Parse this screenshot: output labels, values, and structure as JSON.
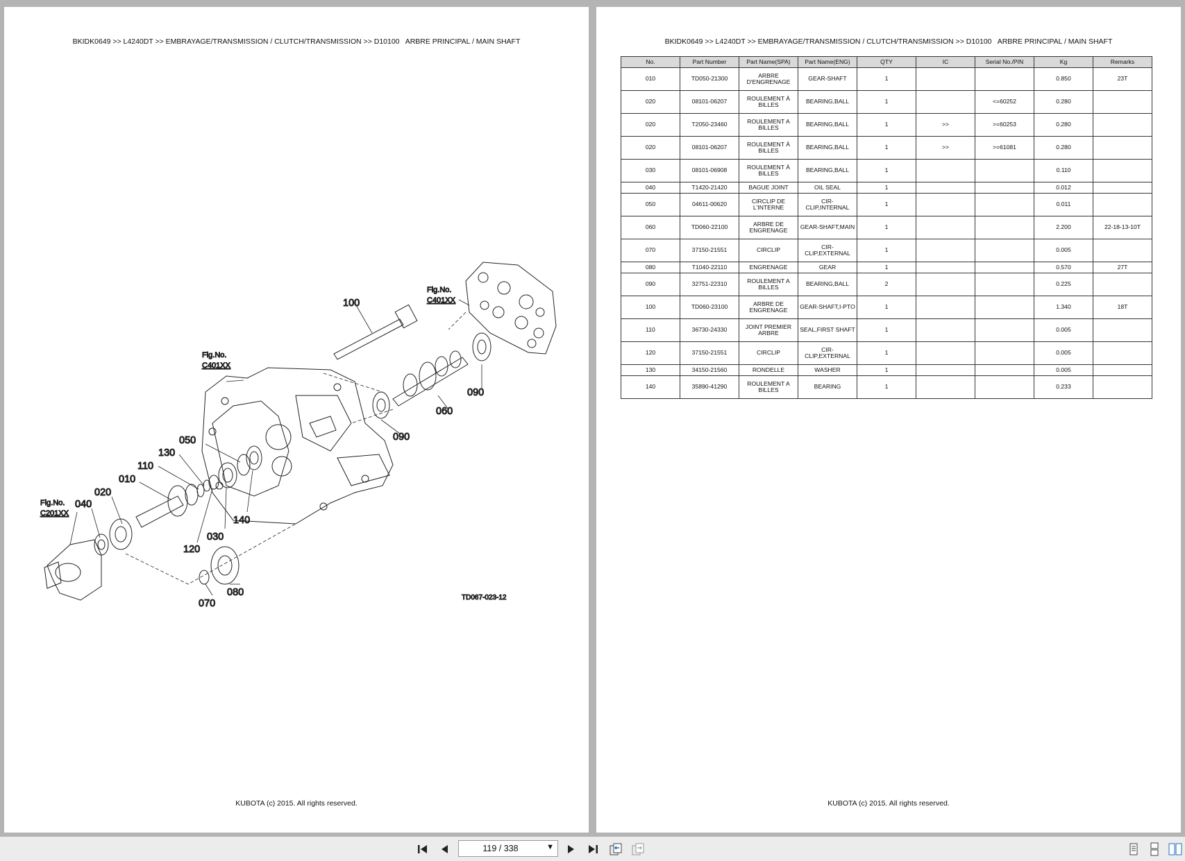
{
  "breadcrumb": "BKIDK0649 >> L4240DT >> EMBRAYAGE/TRANSMISSION / CLUTCH/TRANSMISSION >> D10100   ARBRE PRINCIPAL / MAIN SHAFT",
  "footer": "KUBOTA (c) 2015. All rights reserved.",
  "diagram": {
    "figure_code": "TD067-023-12",
    "fig_ref_c401_label": "Fig.No.",
    "fig_ref_c401_code": "C401XX",
    "fig_ref_c201_label": "Fig.No.",
    "fig_ref_c201_code": "C201XX",
    "callouts": {
      "n100": "100",
      "n090a": "090",
      "n060": "060",
      "n090b": "090",
      "n050": "050",
      "n130": "130",
      "n110": "110",
      "n010": "010",
      "n020": "020",
      "n040": "040",
      "n140": "140",
      "n030": "030",
      "n120": "120",
      "n080": "080",
      "n070": "070"
    }
  },
  "table": {
    "headers": [
      "No.",
      "Part Number",
      "Part Name(SPA)",
      "Part Name(ENG)",
      "QTY",
      "IC",
      "Serial No./PIN",
      "Kg",
      "Remarks"
    ],
    "rows": [
      [
        "010",
        "TD050-21300",
        "ARBRE D'ENGRENAGE",
        "GEAR-SHAFT",
        "1",
        "",
        "",
        "0.850",
        "23T"
      ],
      [
        "020",
        "08101-06207",
        "ROULEMENT À BILLES",
        "BEARING,BALL",
        "1",
        "",
        "<=60252",
        "0.280",
        ""
      ],
      [
        "020",
        "T2050-23460",
        "ROULEMENT A BILLES",
        "BEARING,BALL",
        "1",
        ">>",
        ">=60253",
        "0.280",
        ""
      ],
      [
        "020",
        "08101-06207",
        "ROULEMENT À BILLES",
        "BEARING,BALL",
        "1",
        ">>",
        ">=61081",
        "0.280",
        ""
      ],
      [
        "030",
        "08101-06908",
        "ROULEMENT À BILLES",
        "BEARING,BALL",
        "1",
        "",
        "",
        "0.110",
        ""
      ],
      [
        "040",
        "T1420-21420",
        "BAGUE JOINT",
        "OIL SEAL",
        "1",
        "",
        "",
        "0.012",
        ""
      ],
      [
        "050",
        "04611-00620",
        "CIRCLIP DE L'INTERNE",
        "CIR-CLIP,INTERNAL",
        "1",
        "",
        "",
        "0.011",
        ""
      ],
      [
        "060",
        "TD060-22100",
        "ARBRE DE ENGRENAGE",
        "GEAR-SHAFT,MAIN",
        "1",
        "",
        "",
        "2.200",
        "22-18-13-10T"
      ],
      [
        "070",
        "37150-21551",
        "CIRCLIP",
        "CIR-CLIP,EXTERNAL",
        "1",
        "",
        "",
        "0.005",
        ""
      ],
      [
        "080",
        "T1040-22110",
        "ENGRENAGE",
        "GEAR",
        "1",
        "",
        "",
        "0.570",
        "27T"
      ],
      [
        "090",
        "32751-22310",
        "ROULEMENT A BILLES",
        "BEARING,BALL",
        "2",
        "",
        "",
        "0.225",
        ""
      ],
      [
        "100",
        "TD060-23100",
        "ARBRE DE ENGRENAGE",
        "GEAR-SHAFT,I-PTO",
        "1",
        "",
        "",
        "1.340",
        "18T"
      ],
      [
        "110",
        "36730-24330",
        "JOINT PREMIER ARBRE",
        "SEAL,FIRST SHAFT",
        "1",
        "",
        "",
        "0.005",
        ""
      ],
      [
        "120",
        "37150-21551",
        "CIRCLIP",
        "CIR-CLIP,EXTERNAL",
        "1",
        "",
        "",
        "0.005",
        ""
      ],
      [
        "130",
        "34150-21560",
        "RONDELLE",
        "WASHER",
        "1",
        "",
        "",
        "0.005",
        ""
      ],
      [
        "140",
        "35890-41290",
        "ROULEMENT A BILLES",
        "BEARING",
        "1",
        "",
        "",
        "0.233",
        ""
      ]
    ]
  },
  "toolbar": {
    "page_indicator": "119 / 338",
    "icons": [
      "first-page-icon",
      "previous-page-icon",
      "next-page-icon",
      "last-page-icon",
      "go-back-icon",
      "go-forward-icon",
      "single-page-view-icon",
      "continuous-view-icon",
      "two-page-view-icon"
    ]
  }
}
